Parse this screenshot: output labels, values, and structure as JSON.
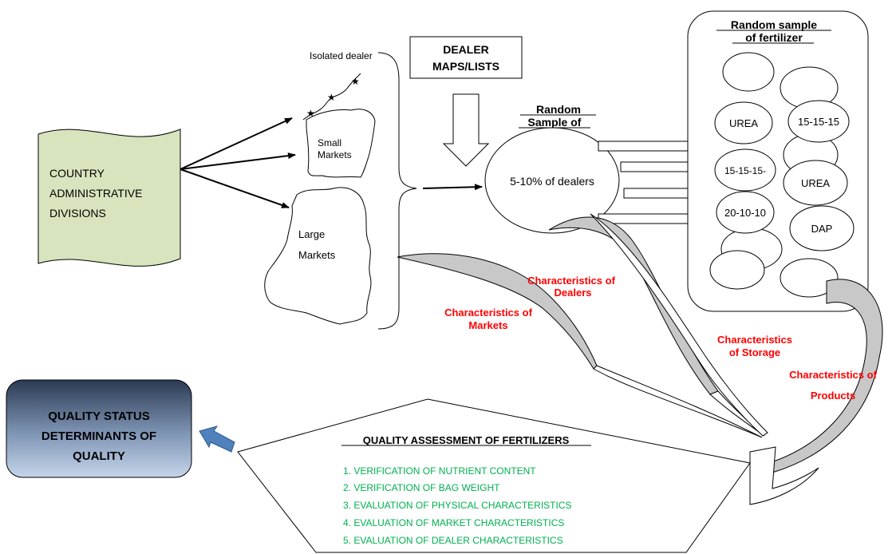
{
  "country_box": {
    "line1": "COUNTRY",
    "line2": "ADMINISTRATIVE",
    "line3": "DIVISIONS",
    "fill_color": "#d7e4bd"
  },
  "markets": {
    "isolated": "Isolated dealer",
    "small_line1": "Small",
    "small_line2": "Markets",
    "large_line1": "Large",
    "large_line2": "Markets"
  },
  "dealer_maps": {
    "line1": "DEALER",
    "line2": "MAPS/LISTS"
  },
  "random_dealers": {
    "title_line1": "Random",
    "title_line2": "Sample of",
    "body": "5-10% of dealers"
  },
  "fertilizer_sample": {
    "title_line1": "Random sample",
    "title_line2": "of fertilizer",
    "items": [
      "UREA",
      "15-15-15",
      "15-15-15-",
      "UREA",
      "20-10-10",
      "DAP"
    ]
  },
  "characteristics": {
    "dealers_line1": "Characteristics of",
    "dealers_line2": "Dealers",
    "markets_line1": "Characteristics of",
    "markets_line2": "Markets",
    "storage_line1": "Characteristics",
    "storage_line2": "of Storage",
    "products_line1": "Characteristics of",
    "products_line2": "Products"
  },
  "assessment": {
    "title": "QUALITY ASSESSMENT OF FERTILIZERS",
    "items": [
      "1.    VERIFICATION OF NUTRIENT CONTENT",
      "2.    VERIFICATION OF BAG WEIGHT",
      "3.    EVALUATION OF PHYSICAL CHARACTERISTICS",
      "4.    EVALUATION OF MARKET CHARACTERISTICS",
      "5.    EVALUATION OF DEALER CHARACTERISTICS"
    ],
    "item_color": "#00b050"
  },
  "quality_status": {
    "line1": "QUALITY STATUS",
    "line2": "DETERMINANTS OF",
    "line3": "QUALITY",
    "gradient_top": "#2b3a52",
    "gradient_bottom": "#b8cce4"
  },
  "colors": {
    "characteristics_text": "#ff0000",
    "swoosh_fill": "#c8c8c8",
    "small_arrow": "#4f81bd"
  }
}
